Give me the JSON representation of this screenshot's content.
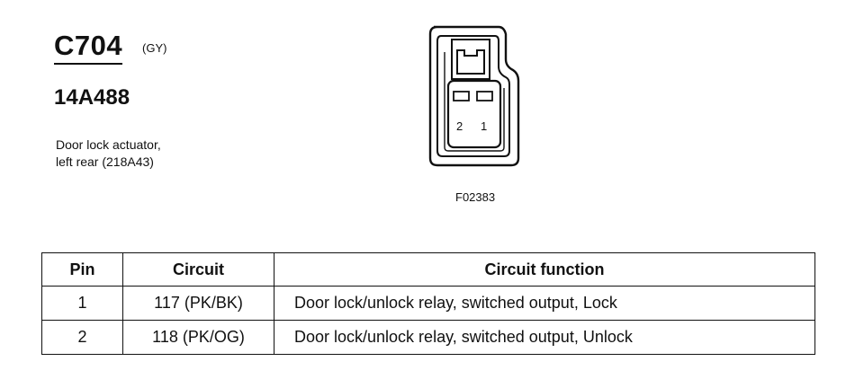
{
  "connector": {
    "id": "C704",
    "color": "(GY)",
    "part_number": "14A488",
    "description_line1": "Door lock actuator,",
    "description_line2": "left rear (218A43)"
  },
  "diagram": {
    "pin_labels": [
      "2",
      "1"
    ],
    "figure_id": "F02383"
  },
  "table": {
    "headers": [
      "Pin",
      "Circuit",
      "Circuit function"
    ],
    "rows": [
      {
        "pin": "1",
        "circuit": "117 (PK/BK)",
        "function": "Door lock/unlock relay, switched output, Lock"
      },
      {
        "pin": "2",
        "circuit": "118 (PK/OG)",
        "function": "Door lock/unlock relay, switched output, Unlock"
      }
    ]
  }
}
